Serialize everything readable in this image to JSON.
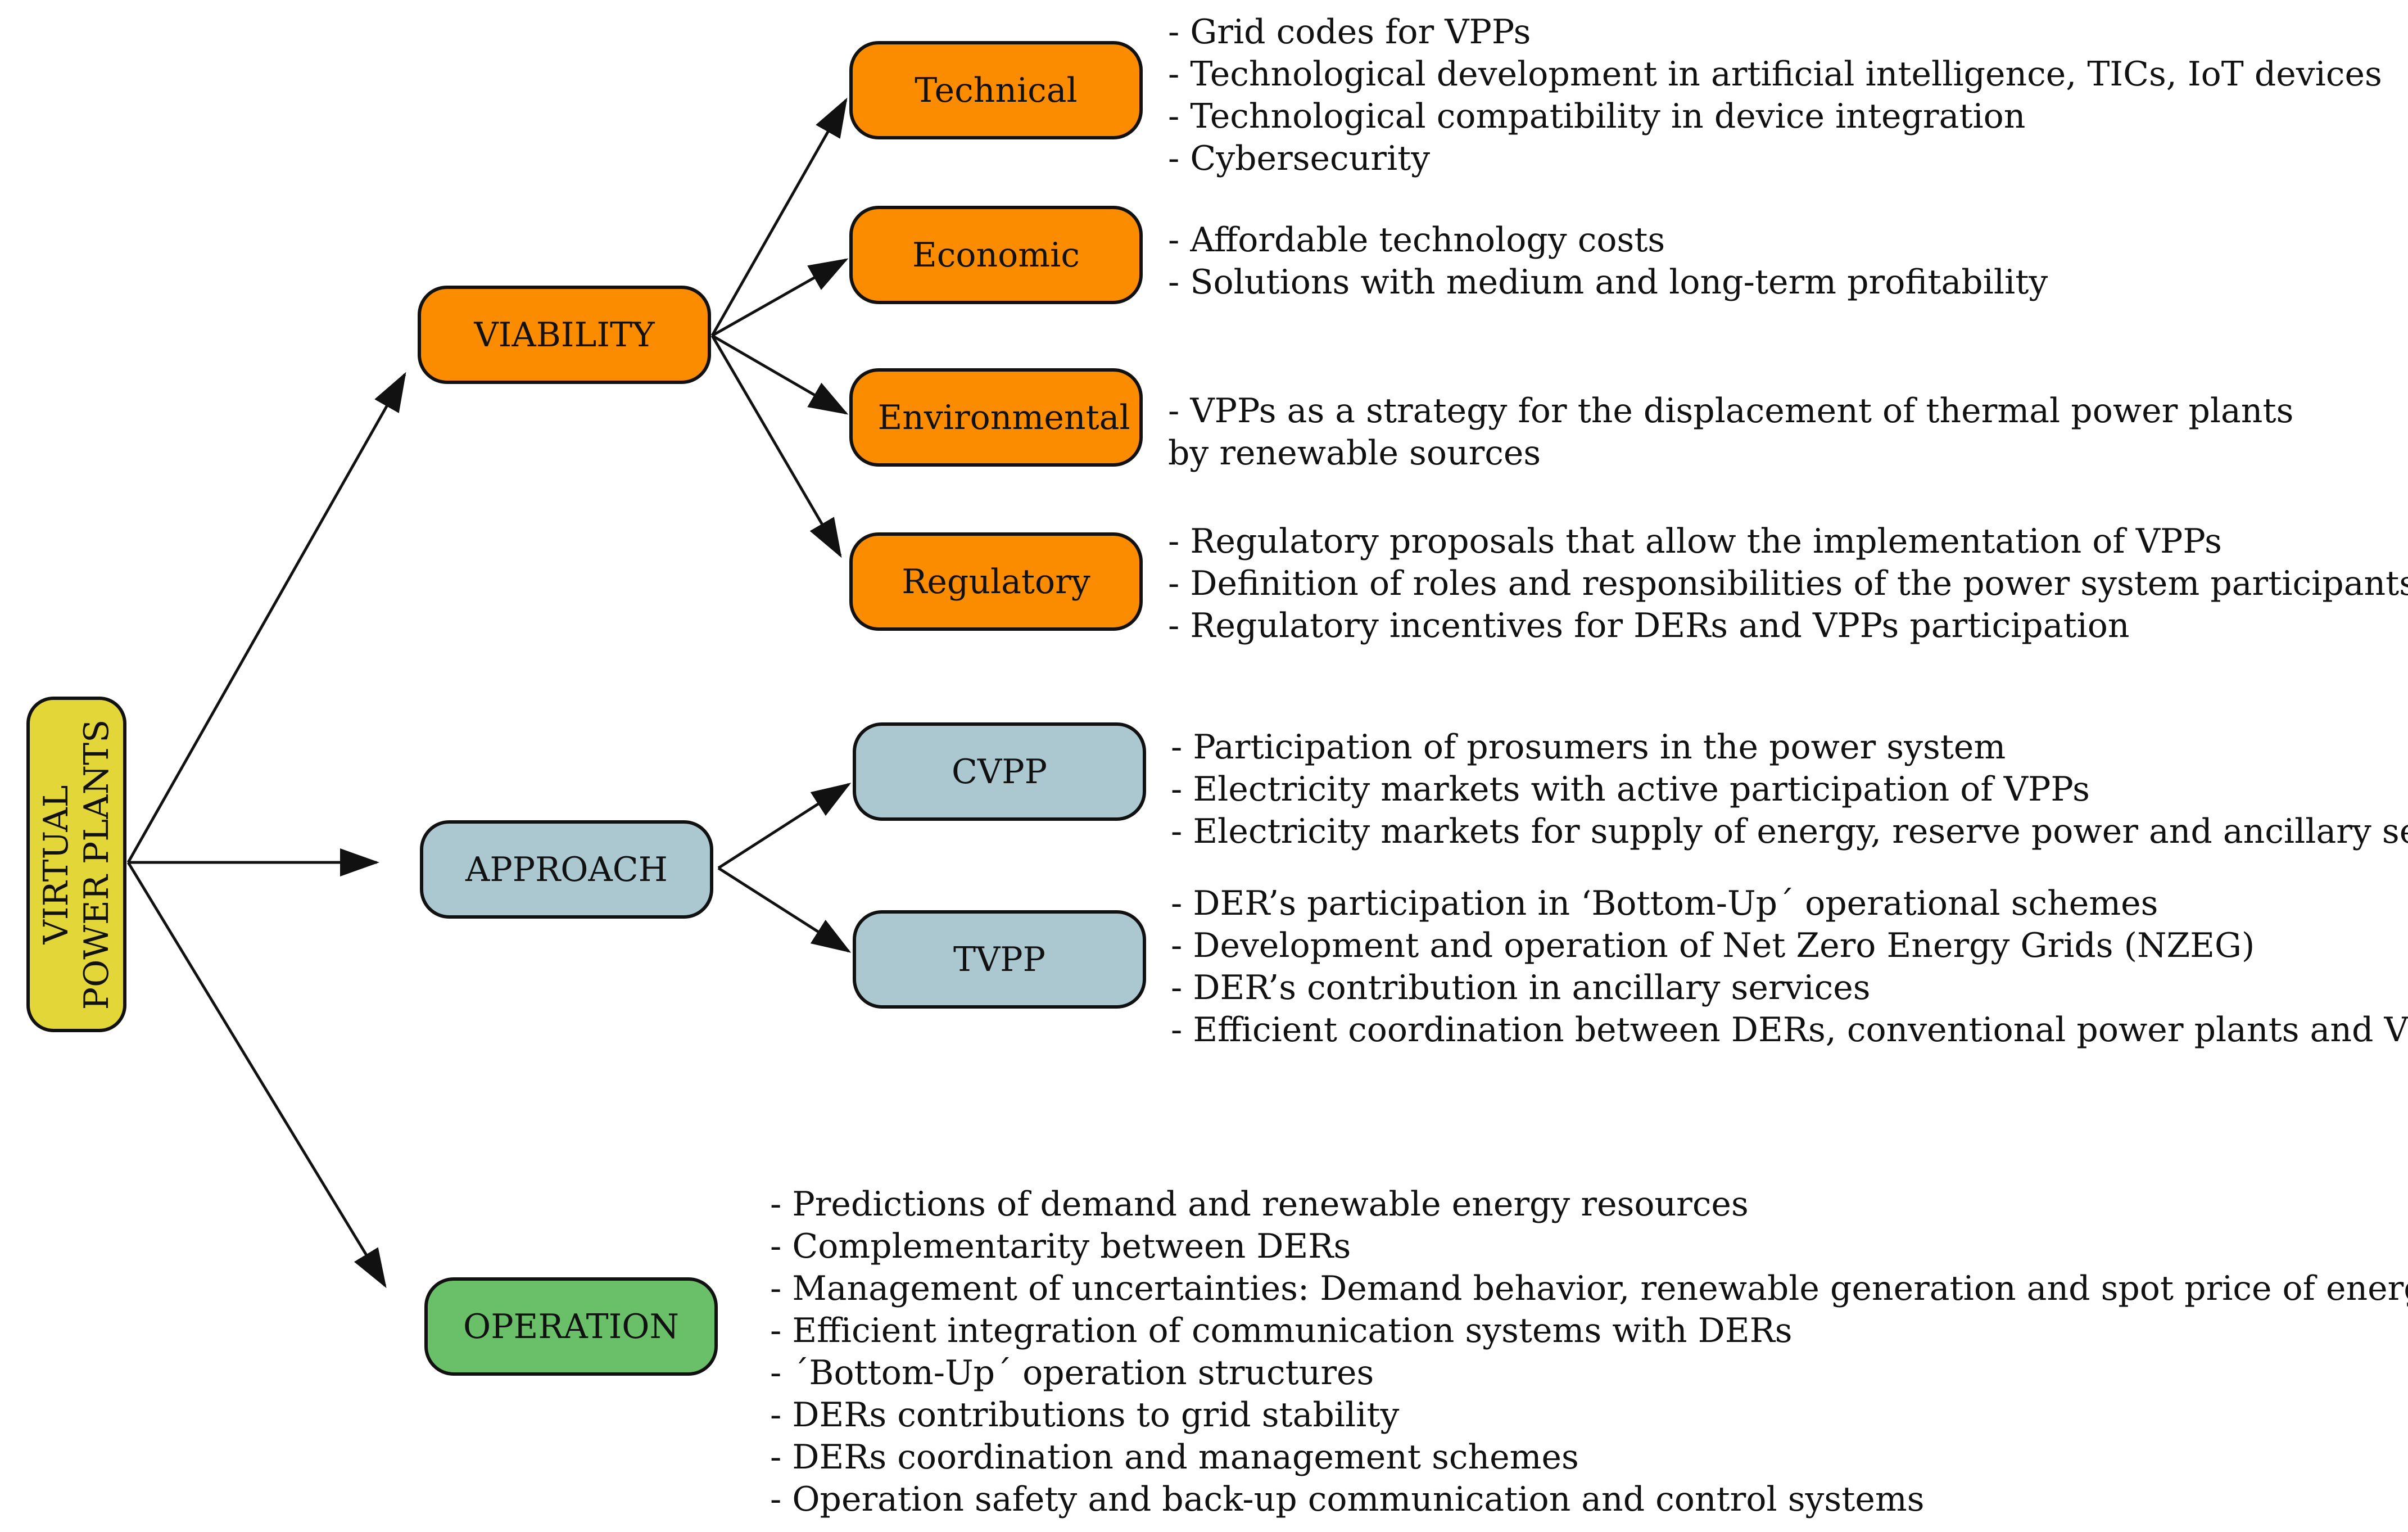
{
  "colors": {
    "root_fill": "#e3d638",
    "viability_fill": "#fb8c00",
    "approach_fill": "#abc8d1",
    "operation_fill": "#6abf69",
    "stroke": "#111111"
  },
  "root": {
    "line1": "VIRTUAL",
    "line2": "POWER PLANTS"
  },
  "viability": {
    "label": "VIABILITY",
    "children": [
      {
        "label": "Technical",
        "notes": [
          "- Grid codes for VPPs",
          "- Technological development in artificial intelligence, TICs, IoT devices",
          "- Technological compatibility in device integration",
          "- Cybersecurity"
        ]
      },
      {
        "label": "Economic",
        "notes": [
          "- Affordable technology costs",
          "- Solutions with medium and long-term profitability"
        ]
      },
      {
        "label": "Environmental",
        "notes": [
          "- VPPs as a strategy for the displacement of thermal power plants",
          "by renewable sources"
        ]
      },
      {
        "label": "Regulatory",
        "notes": [
          "- Regulatory proposals that allow the implementation of VPPs",
          "- Definition of roles and responsibilities of the power system participants",
          "- Regulatory incentives for DERs and VPPs participation"
        ]
      }
    ]
  },
  "approach": {
    "label": "APPROACH",
    "children": [
      {
        "label": "CVPP",
        "notes": [
          "- Participation of prosumers in the power system",
          "- Electricity markets with active participation of  VPPs",
          "- Electricity markets for supply of energy, reserve power  and ancillary services"
        ]
      },
      {
        "label": "TVPP",
        "notes": [
          "- DER’s participation in ‘Bottom-Up´ operational schemes",
          "- Development and operation of Net Zero Energy Grids (NZEG)",
          "- DER’s contribution in ancillary services",
          "- Efficient coordination between DERs, conventional power plants and VPPs"
        ]
      }
    ]
  },
  "operation": {
    "label": "OPERATION",
    "notes": [
      "- Predictions of demand and renewable energy resources",
      "- Complementarity between DERs",
      "- Management of uncertainties: Demand behavior, renewable generation and spot price of energy",
      "- Efficient integration of communication systems with DERs",
      "- ´Bottom-Up´ operation structures",
      "- DERs contributions to grid stability",
      "- DERs coordination and management schemes",
      "- Operation safety and back-up communication and control systems"
    ]
  }
}
